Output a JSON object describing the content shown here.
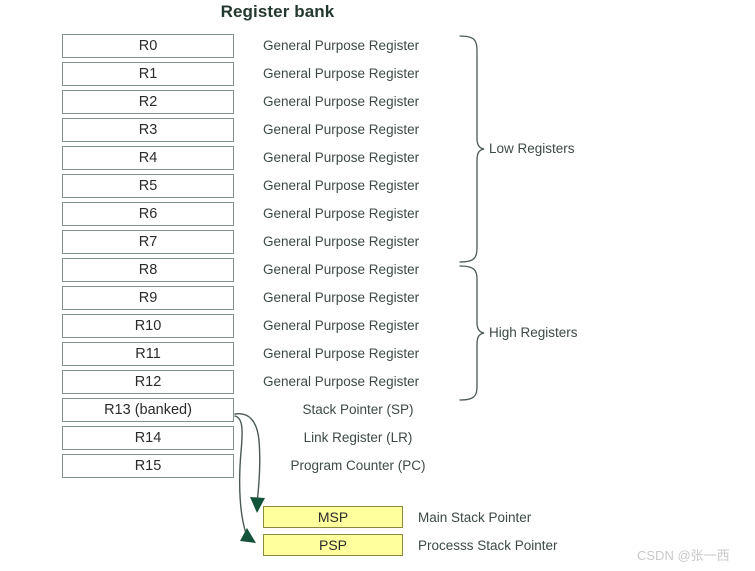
{
  "diagram": {
    "title": "Register bank",
    "registers": [
      {
        "name": "R0",
        "description": "General Purpose Register",
        "group": "low",
        "desc_align": "left"
      },
      {
        "name": "R1",
        "description": "General Purpose Register",
        "group": "low",
        "desc_align": "left"
      },
      {
        "name": "R2",
        "description": "General Purpose Register",
        "group": "low",
        "desc_align": "left"
      },
      {
        "name": "R3",
        "description": "General Purpose Register",
        "group": "low",
        "desc_align": "left"
      },
      {
        "name": "R4",
        "description": "General Purpose Register",
        "group": "low",
        "desc_align": "left"
      },
      {
        "name": "R5",
        "description": "General Purpose Register",
        "group": "low",
        "desc_align": "left"
      },
      {
        "name": "R6",
        "description": "General Purpose Register",
        "group": "low",
        "desc_align": "left"
      },
      {
        "name": "R7",
        "description": "General Purpose Register",
        "group": "low",
        "desc_align": "left"
      },
      {
        "name": "R8",
        "description": "General Purpose Register",
        "group": "high",
        "desc_align": "left"
      },
      {
        "name": "R9",
        "description": "General Purpose Register",
        "group": "high",
        "desc_align": "left"
      },
      {
        "name": "R10",
        "description": "General Purpose Register",
        "group": "high",
        "desc_align": "left"
      },
      {
        "name": "R11",
        "description": "General Purpose Register",
        "group": "high",
        "desc_align": "left"
      },
      {
        "name": "R12",
        "description": "General Purpose Register",
        "group": "high",
        "desc_align": "left"
      },
      {
        "name": "R13 (banked)",
        "description": "Stack Pointer (SP)",
        "group": "special",
        "desc_align": "center"
      },
      {
        "name": "R14",
        "description": "Link Register (LR)",
        "group": "special",
        "desc_align": "center"
      },
      {
        "name": "R15",
        "description": "Program Counter (PC)",
        "group": "special",
        "desc_align": "center"
      }
    ],
    "groups": [
      {
        "id": "low",
        "label": "Low Registers"
      },
      {
        "id": "high",
        "label": "High Registers"
      }
    ],
    "stack_pointers": [
      {
        "name": "MSP",
        "description": "Main Stack Pointer"
      },
      {
        "name": "PSP",
        "description": "Processs Stack Pointer"
      }
    ],
    "watermark": "CSDN @张一西",
    "colors": {
      "register_box_border": "#7f8f8a",
      "register_box_fill": "#ffffff",
      "stack_box_border": "#8a8a3c",
      "stack_box_fill": "#ffff9e",
      "title_text": "#23392f",
      "body_text": "#3d4a45",
      "brace_stroke": "#4a5a52",
      "arrow_fill": "#13533a",
      "watermark_text": "#c9c9c9",
      "background": "#ffffff"
    }
  }
}
